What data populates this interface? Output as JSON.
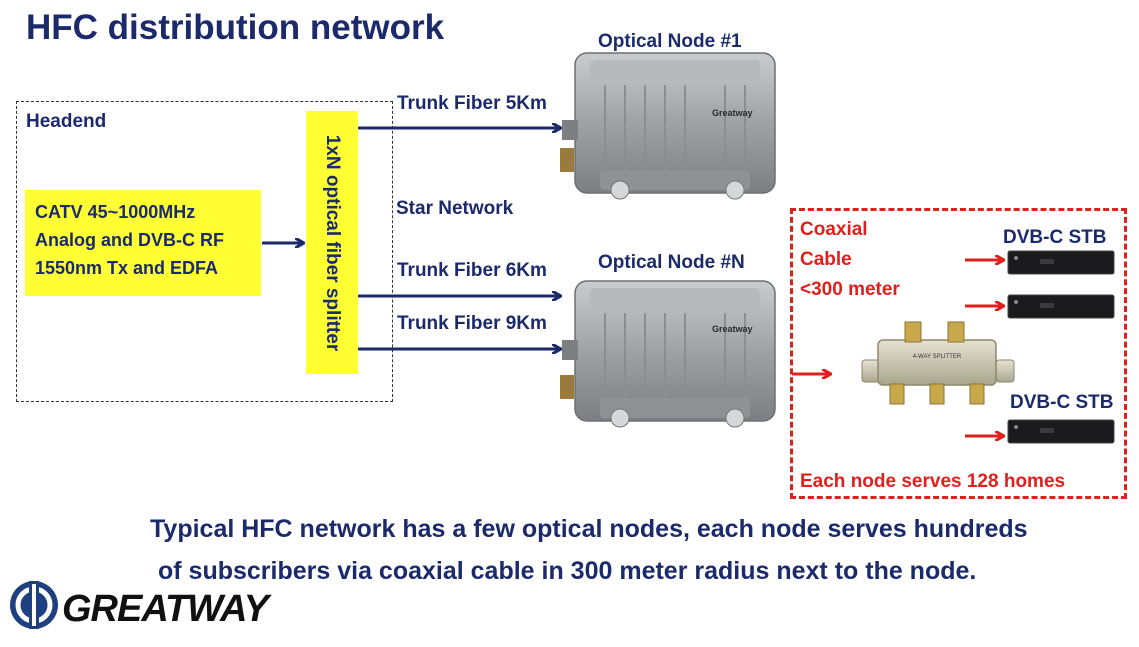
{
  "title": "HFC distribution network",
  "headend": {
    "label": "Headend",
    "source_lines": [
      "CATV  45~1000MHz",
      "Analog and DVB-C RF",
      "1550nm Tx and EDFA"
    ]
  },
  "splitter_label": "1xN optical fiber splitter",
  "star_network_label": "Star Network",
  "trunks": [
    "Trunk Fiber 5Km",
    "Trunk Fiber 6Km",
    "Trunk Fiber 9Km"
  ],
  "nodes": [
    "Optical Node #1",
    "Optical Node #N"
  ],
  "node_brand": "Greatway",
  "coax": {
    "label_lines": [
      "Coaxial",
      "Cable",
      "<300 meter"
    ],
    "stb_label": "DVB-C STB",
    "serves_note": "Each node serves 128 homes",
    "splitter_device_label": "4-WAY SPLITTER"
  },
  "bottom_lines": [
    "Typical HFC network has a few optical nodes, each node serves hundreds",
    "of subscribers via coaxial cable in 300 meter radius next to the node."
  ],
  "logo": {
    "text": "GREATWAY"
  },
  "colors": {
    "navy": "#1a2a6b",
    "yellow": "#ffff33",
    "red": "#e0201c"
  }
}
